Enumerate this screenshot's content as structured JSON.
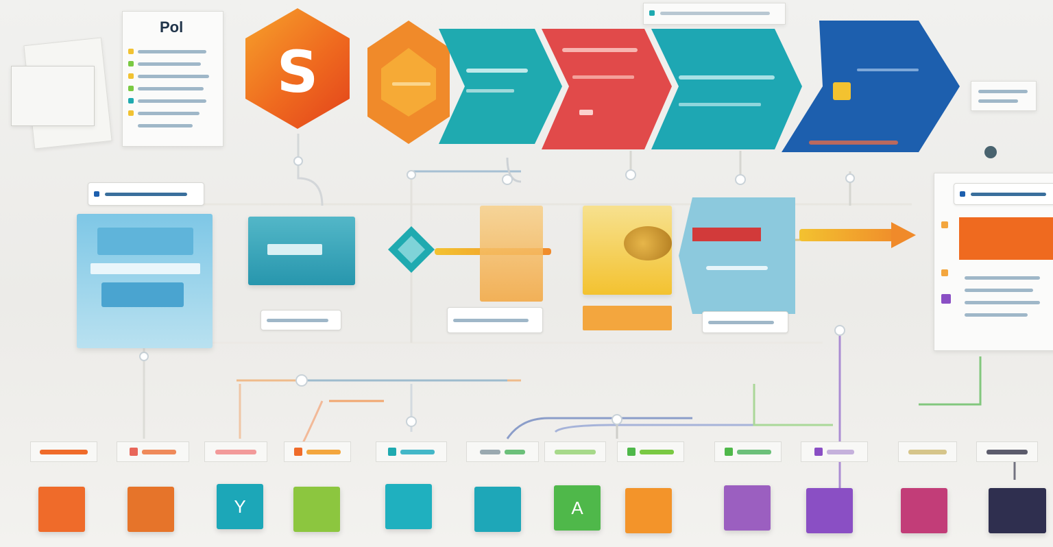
{
  "top_left_card": {
    "heading": "Pol"
  },
  "hex_logo": {
    "letter": "S"
  },
  "process_chevrons": [
    {
      "color": "#1faab0"
    },
    {
      "color": "#e14a4a"
    },
    {
      "color": "#1ea7b3"
    },
    {
      "color": "#1d5fae"
    }
  ],
  "bottom_tiles": [
    {
      "glyph": "",
      "color": "#ef6b2a"
    },
    {
      "glyph": "",
      "color": "#e6742a"
    },
    {
      "glyph": "Y",
      "color": "#1ca7b8"
    },
    {
      "glyph": "",
      "color": "#8cc63f"
    },
    {
      "glyph": "",
      "color": "#1fb0bf"
    },
    {
      "glyph": "",
      "color": "#1ea7b8"
    },
    {
      "glyph": "A",
      "color": "#4fb84a"
    },
    {
      "glyph": "",
      "color": "#f3942a"
    },
    {
      "glyph": "",
      "color": "#9b5fc0"
    },
    {
      "glyph": "",
      "color": "#8a4fc4"
    },
    {
      "glyph": "",
      "color": "#c23d78"
    },
    {
      "glyph": "",
      "color": "#2f2f4f"
    }
  ],
  "accent_colors": {
    "orange": "#ef6a1f",
    "teal": "#1faab0",
    "red": "#e14a4a",
    "blue": "#1d5fae",
    "yellow": "#f3c230"
  }
}
